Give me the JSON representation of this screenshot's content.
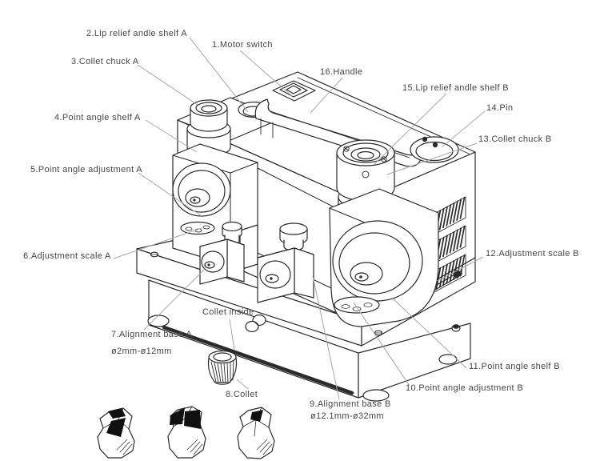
{
  "diagram": {
    "subject": "Drill bit grinder sharpener - exploded parts callout diagram",
    "labels": [
      {
        "key": "motor-switch",
        "text": "1.Motor switch"
      },
      {
        "key": "lip-relief-shelf-a",
        "text": "2.Lip relief andle shelf A"
      },
      {
        "key": "collet-chuck-a",
        "text": "3.Collet chuck A"
      },
      {
        "key": "point-angle-shelf-a",
        "text": "4.Point angle shelf A"
      },
      {
        "key": "point-angle-adjustment-a",
        "text": "5.Point angle adjustment A"
      },
      {
        "key": "adjustment-scale-a",
        "text": "6.Adjustment scale A"
      },
      {
        "key": "alignment-base-a",
        "text": "7.Alignment base A"
      },
      {
        "key": "range-a",
        "text": "ø2mm-ø12mm"
      },
      {
        "key": "collet",
        "text": "8.Collet"
      },
      {
        "key": "alignment-base-b",
        "text": "9.Alignment base B"
      },
      {
        "key": "range-b",
        "text": "ø12.1mm-ø32mm"
      },
      {
        "key": "point-angle-adjustment-b",
        "text": "10.Point angle adjustment B"
      },
      {
        "key": "point-angle-shelf-b",
        "text": "11.Point angle shelf B"
      },
      {
        "key": "adjustment-scale-b",
        "text": "12.Adjustment scale B"
      },
      {
        "key": "collet-chuck-b",
        "text": "13.Collet chuck B"
      },
      {
        "key": "pin",
        "text": "14.Pin"
      },
      {
        "key": "lip-relief-shelf-b",
        "text": "15.Lip relief andle shelf B"
      },
      {
        "key": "handle",
        "text": "16.Handle"
      },
      {
        "key": "collet-inside",
        "text": "Collet inside"
      }
    ],
    "colors": {
      "line": "#2b2b2b",
      "leader": "#a9a9a9",
      "label_text": "#474747",
      "facet_fill": "#111111",
      "background": "#ffffff"
    }
  }
}
